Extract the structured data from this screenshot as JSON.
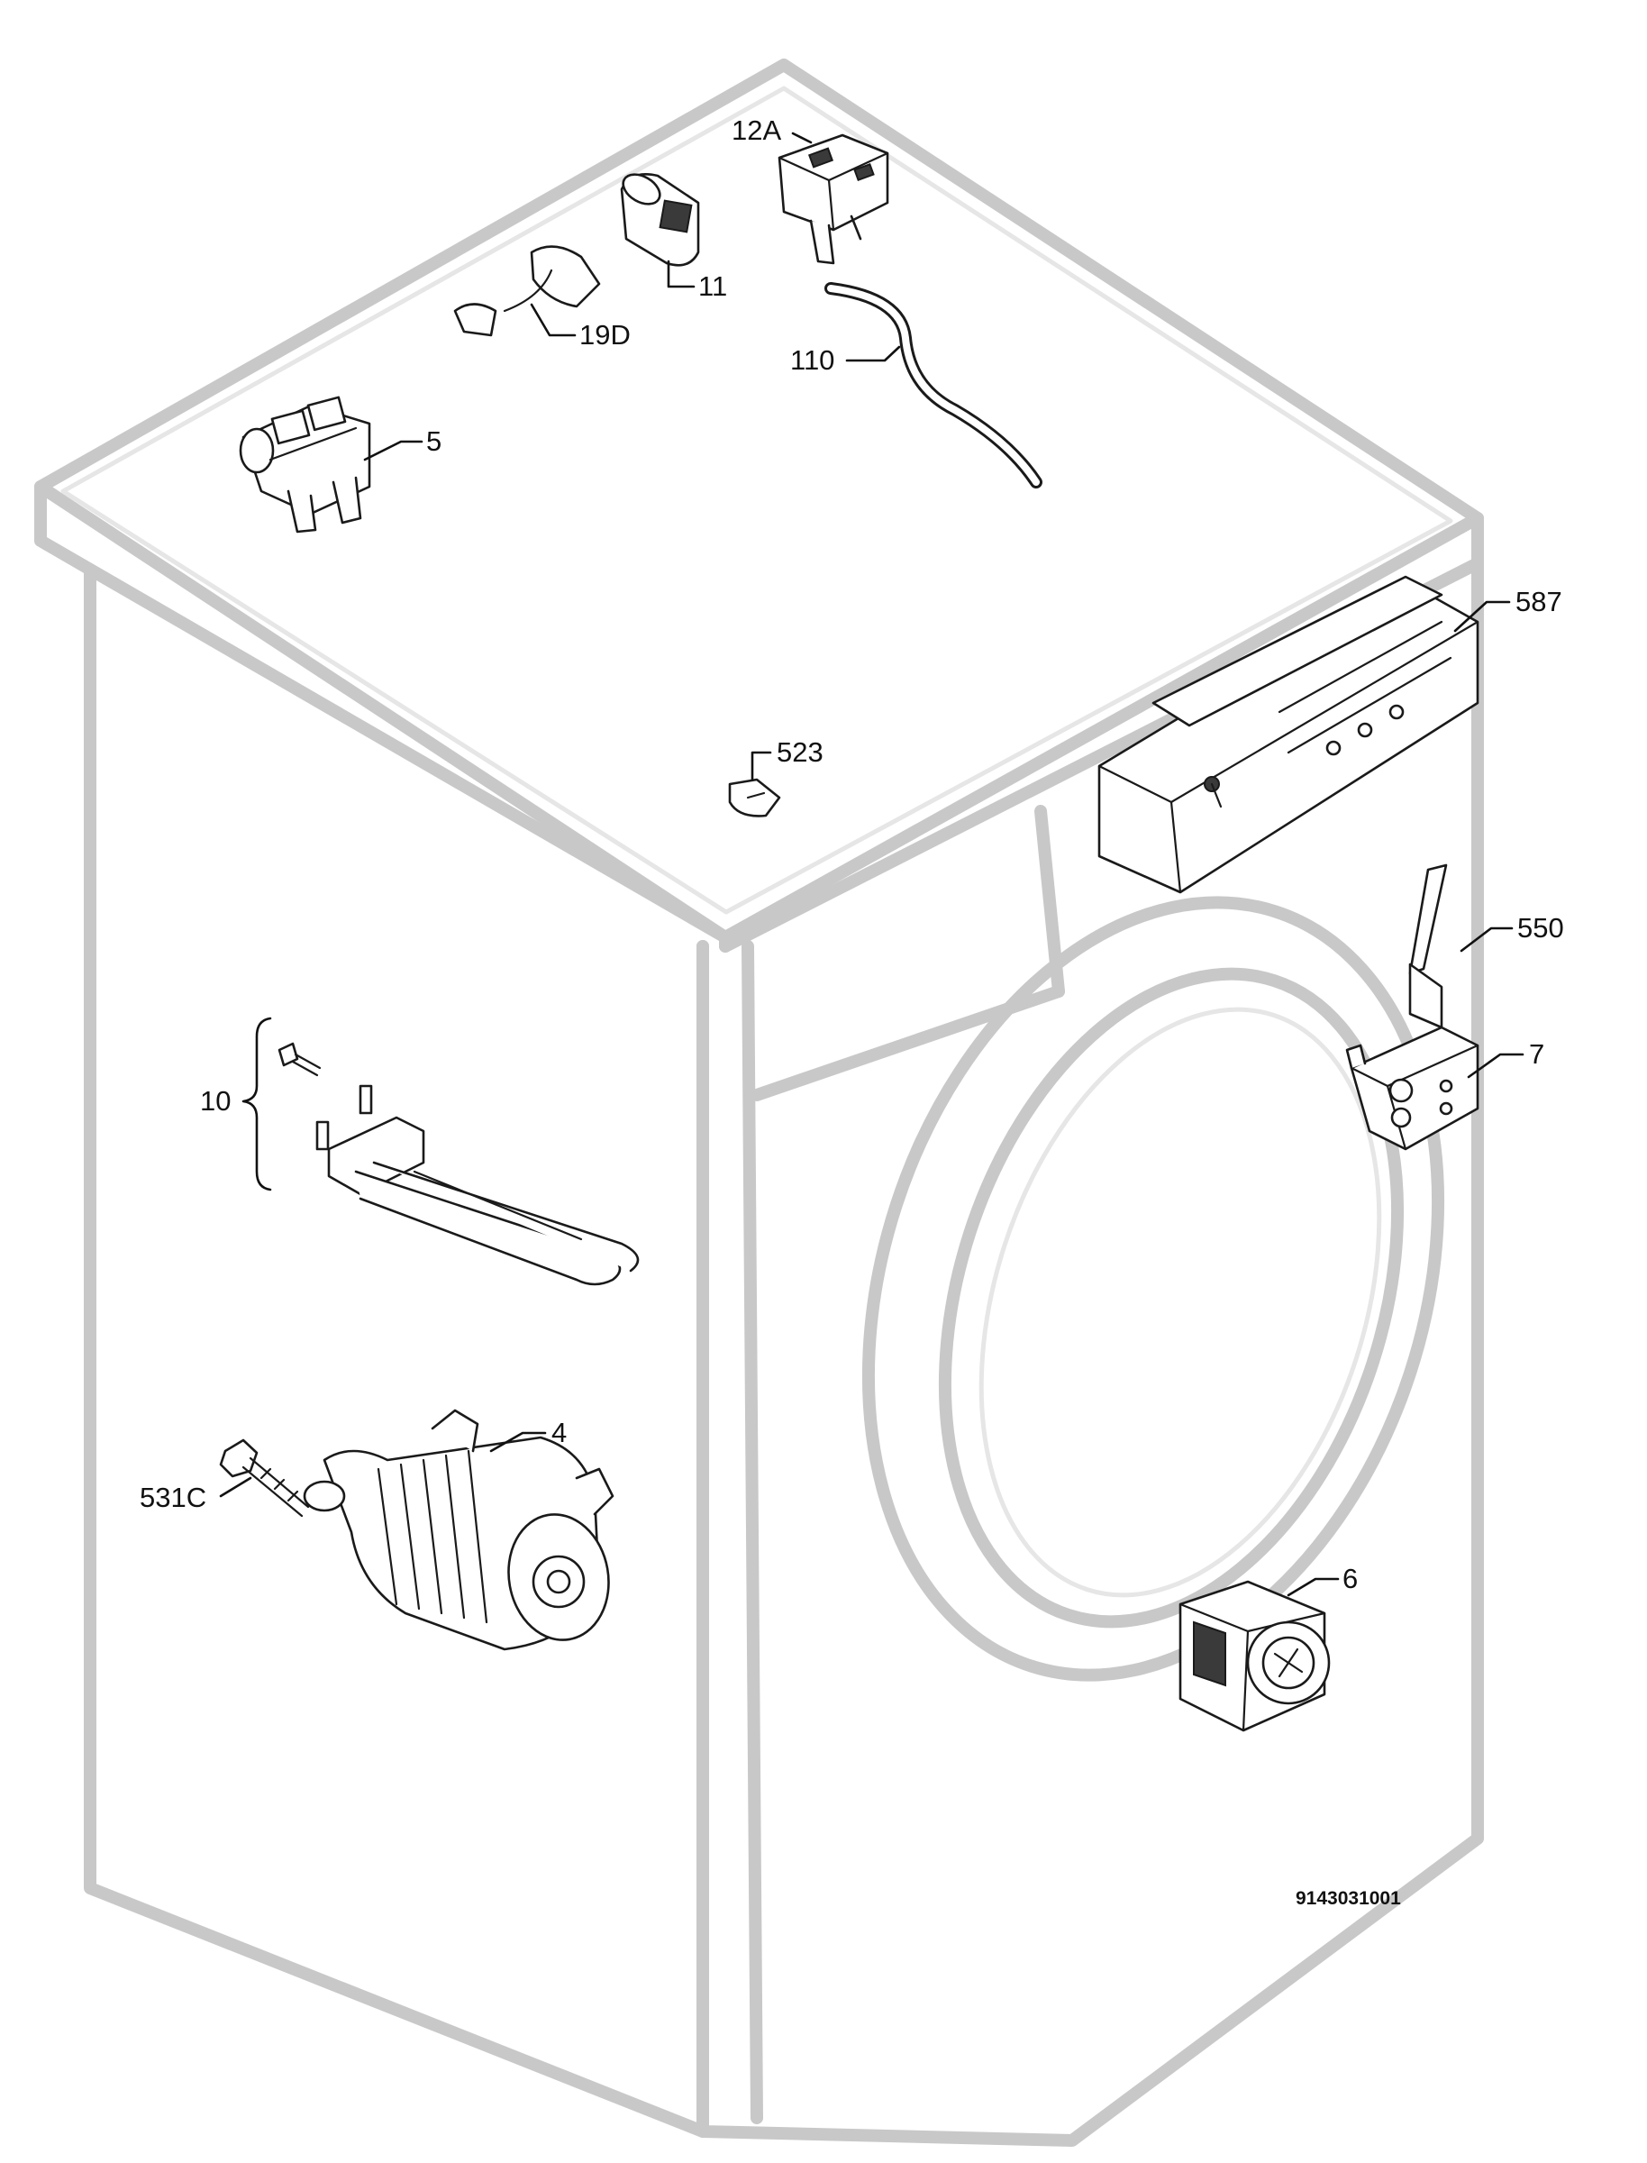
{
  "diagram": {
    "document_number": "9143031001",
    "callouts": [
      {
        "id": "12A",
        "label": "12A"
      },
      {
        "id": "11",
        "label": "11"
      },
      {
        "id": "19D",
        "label": "19D"
      },
      {
        "id": "110",
        "label": "110"
      },
      {
        "id": "5",
        "label": "5"
      },
      {
        "id": "587",
        "label": "587"
      },
      {
        "id": "523",
        "label": "523"
      },
      {
        "id": "550",
        "label": "550"
      },
      {
        "id": "7",
        "label": "7"
      },
      {
        "id": "10",
        "label": "10"
      },
      {
        "id": "4",
        "label": "4"
      },
      {
        "id": "531C",
        "label": "531C"
      },
      {
        "id": "6",
        "label": "6"
      }
    ]
  }
}
